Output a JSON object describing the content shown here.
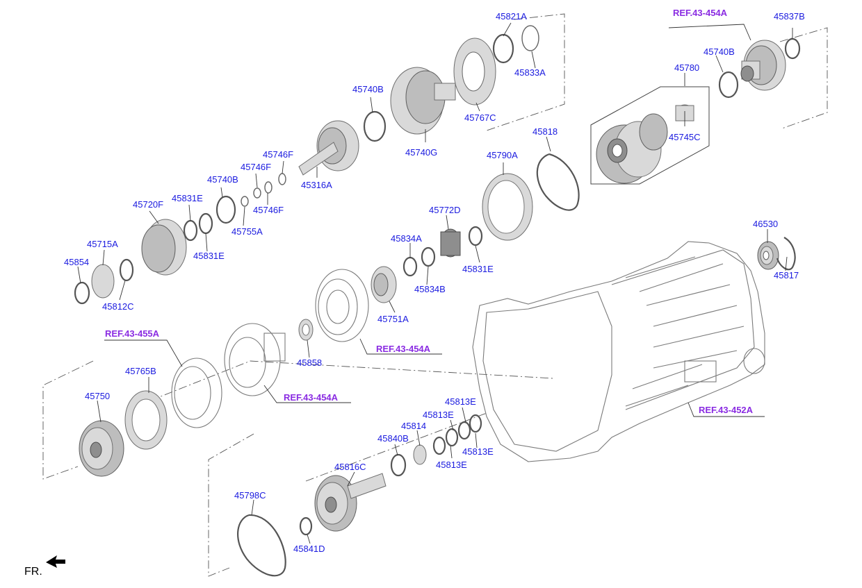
{
  "diagram": {
    "colors": {
      "part_label": "#1a1adf",
      "ref_label": "#8a2be2"
    },
    "orientation_label": "FR.",
    "part_labels": [
      "45821A",
      "45833A",
      "45837B",
      "45740B",
      "45780",
      "45745C",
      "45767C",
      "45740B",
      "45740G",
      "45316A",
      "45746F",
      "45746F",
      "45746F",
      "45740B",
      "45755A",
      "45831E",
      "45831E",
      "45720F",
      "45715A",
      "45854",
      "45812C",
      "45818",
      "45790A",
      "45772D",
      "45834A",
      "45834B",
      "45831E",
      "45751A",
      "46530",
      "45817",
      "45858",
      "45765B",
      "45750",
      "45813E",
      "45813E",
      "45814",
      "45840B",
      "45813E",
      "45813E",
      "45816C",
      "45798C",
      "45841D"
    ],
    "ref_labels": [
      "REF.43-454A",
      "REF.43-455A",
      "REF.43-454A",
      "REF.43-454A",
      "REF.43-452A"
    ]
  }
}
